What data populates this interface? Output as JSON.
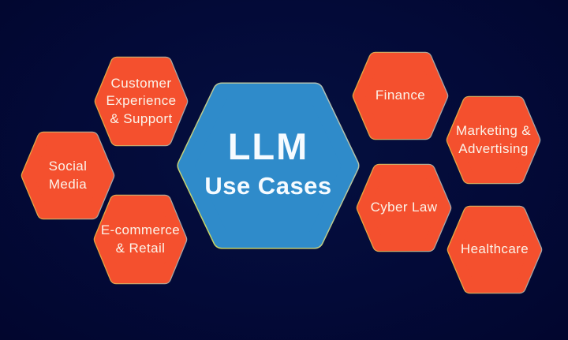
{
  "diagram": {
    "center": {
      "title_line1": "LLM",
      "title_line2": "Use Cases"
    },
    "hexagons": [
      {
        "id": "customer-experience-support",
        "label": "Customer\nExperience\n& Support"
      },
      {
        "id": "social-media",
        "label": "Social\nMedia"
      },
      {
        "id": "ecommerce-retail",
        "label": "E-commerce\n& Retail"
      },
      {
        "id": "finance",
        "label": "Finance"
      },
      {
        "id": "marketing-advertising",
        "label": "Marketing &\nAdvertising"
      },
      {
        "id": "cyber-law",
        "label": "Cyber Law"
      },
      {
        "id": "healthcare",
        "label": "Healthcare"
      }
    ],
    "colors": {
      "background": "#030a38",
      "hexagon_orange": "#f4502e",
      "hexagon_blue": "#2f8bca",
      "rim_amber": "#e8a83e",
      "rim_gray": "#a3a7ab",
      "rim_green": "#ccd75c",
      "text": "#fbf4ea"
    }
  }
}
